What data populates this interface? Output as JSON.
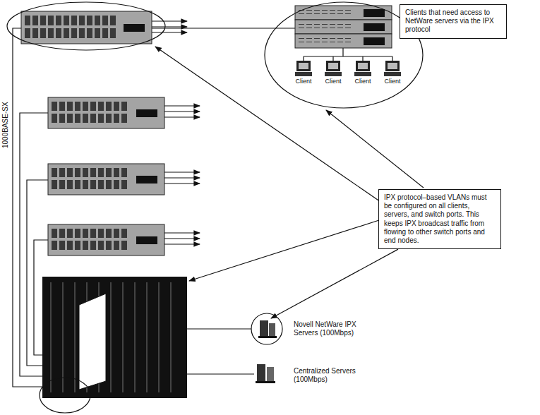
{
  "diagram": {
    "nodes": [
      {
        "text": [
          "Clients that need access to NetWare servers via the IPX protocol"
        ]
      },
      {
        "text": [
          "Client"
        ]
      },
      {
        "text": [
          "Client"
        ]
      },
      {
        "text": [
          "Client"
        ]
      },
      {
        "text": [
          "Client"
        ]
      },
      {
        "text": [
          "IPX protocol–based VLANs must be configured on all clients, servers, and switch ports. This keeps IPX broadcast traffic from flowing to other switch ports and end nodes."
        ]
      },
      {
        "text": [
          "Novell NetWare IPX Servers (100Mbps)"
        ]
      },
      {
        "text": [
          "Centralized Servers (100Mbps)"
        ]
      }
    ],
    "edges": [
      {
        "from": 5,
        "to": 6,
        "arrow": "to"
      }
    ],
    "labels": [
      "1000BASE-SX"
    ]
  }
}
